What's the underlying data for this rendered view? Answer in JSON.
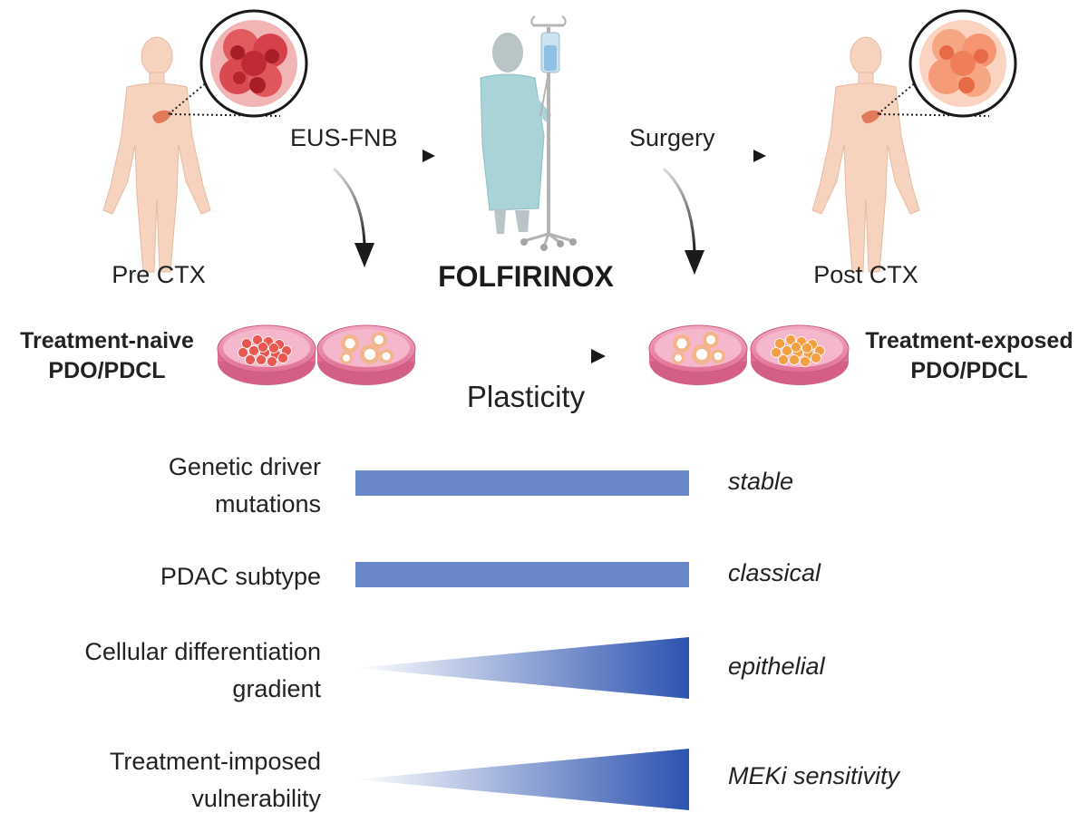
{
  "colors": {
    "skin": "#f5d3bf",
    "skin_stroke": "#e8b9a0",
    "pancreas": "#e07a5a",
    "tumor_pre": "#d9484a",
    "tumor_post": "#f29a70",
    "gown": "#a9d3d6",
    "patient": "#b9c4c6",
    "dish_pink": "#e9769b",
    "bar_blue": "#6886c8",
    "wedge_blue": "#2c53b0",
    "arrow": "#1a1a1a"
  },
  "labels": {
    "pre_ctx": "Pre CTX",
    "post_ctx": "Post CTX",
    "eus_fnb": "EUS-FNB",
    "surgery": "Surgery",
    "folfirinox": "FOLFIRINOX",
    "plasticity": "Plasticity",
    "naive_line1": "Treatment-naive",
    "naive_line2": "PDO/PDCL",
    "exposed_line1": "Treatment-exposed",
    "exposed_line2": "PDO/PDCL"
  },
  "rows": [
    {
      "label_line1": "Genetic driver",
      "label_line2": "mutations",
      "shape": "bar",
      "result": "stable"
    },
    {
      "label_line1": "PDAC subtype",
      "label_line2": "",
      "shape": "bar",
      "result": "classical"
    },
    {
      "label_line1": "Cellular differentiation",
      "label_line2": "gradient",
      "shape": "wedge",
      "result": "epithelial"
    },
    {
      "label_line1": "Treatment-imposed",
      "label_line2": "vulnerability",
      "shape": "wedge",
      "result": "MEKi sensitivity"
    }
  ],
  "icons": {
    "person": "human-body-icon",
    "tumor": "tumor-cells-icon",
    "patient": "patient-iv-drip-icon",
    "dish": "petri-dish-icon"
  }
}
